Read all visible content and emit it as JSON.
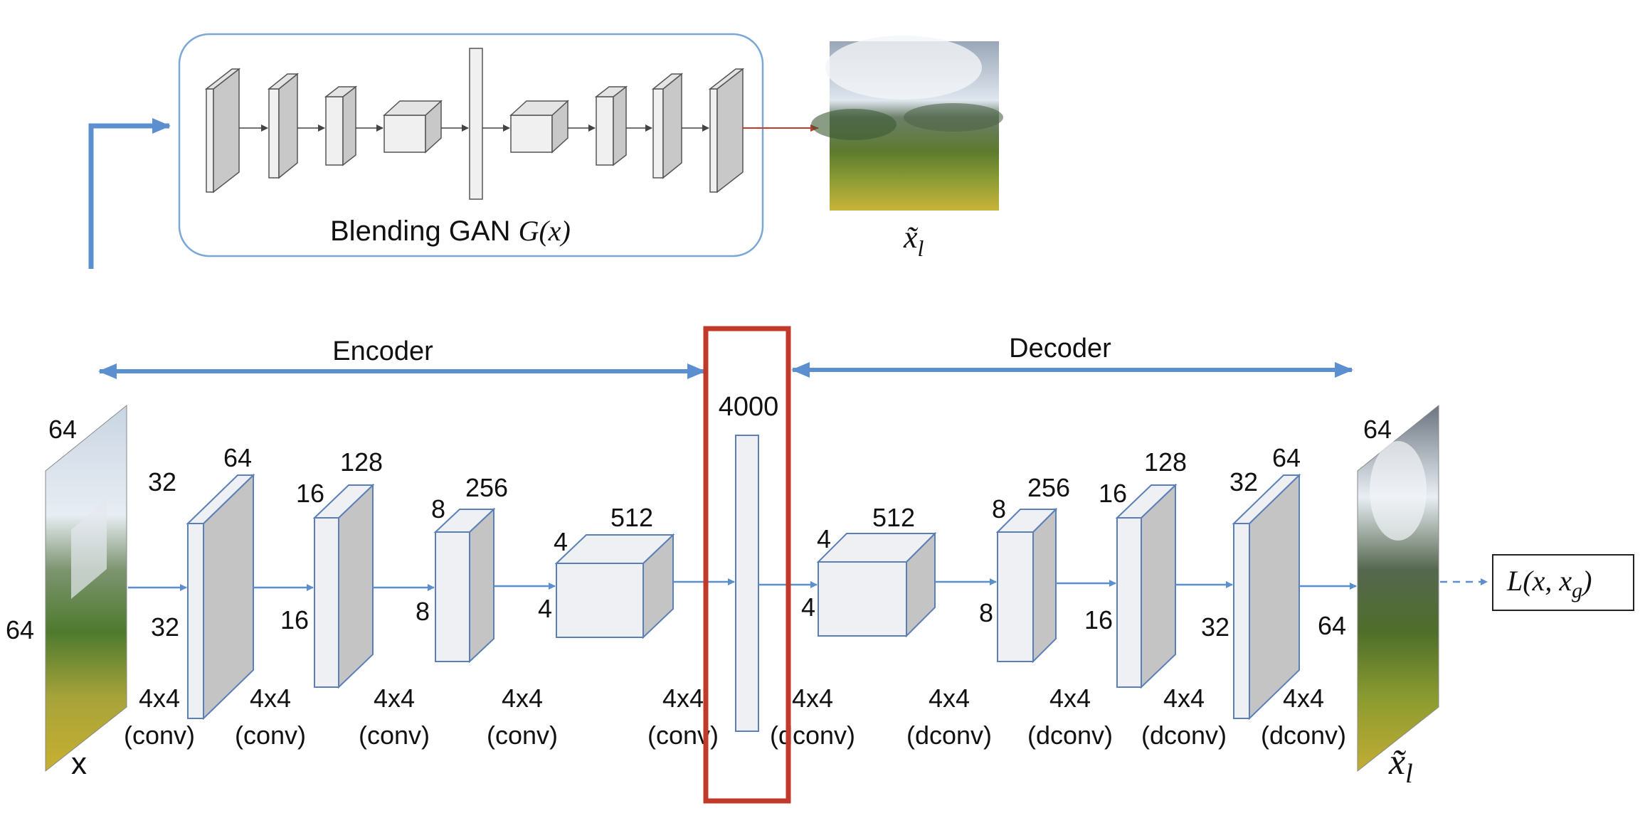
{
  "colors": {
    "arrow_blue": "#5b8fd0",
    "box_face": "#eef0f4",
    "box_side": "#c4c4c4",
    "box_stroke": "#5b7fb8",
    "highlight_red": "#c0392b",
    "output_arrow_red": "#c0392b"
  },
  "blending_gan": {
    "label": "Blending GAN ",
    "math": "G(x)",
    "output_label": "x̃",
    "output_sub": "l"
  },
  "sections": {
    "encoder": "Encoder",
    "decoder": "Decoder"
  },
  "bottleneck": {
    "size": "4000"
  },
  "input_image": {
    "name": "x",
    "width": "64",
    "height": "64"
  },
  "output_image": {
    "name": "x̃",
    "sub": "l",
    "width": "64",
    "height": "64"
  },
  "loss": {
    "label": "L(x, x",
    "sub": "g",
    "close": ")"
  },
  "encoder_blocks": [
    {
      "top_left": "32",
      "top_right": "64",
      "side": "32"
    },
    {
      "top_left": "16",
      "top_right": "128",
      "side": "16"
    },
    {
      "top_left": "8",
      "top_right": "256",
      "side": "8"
    },
    {
      "top_left": "4",
      "top_right": "512",
      "side": "4"
    }
  ],
  "decoder_blocks": [
    {
      "top_left": "4",
      "top_right": "512",
      "side": "4"
    },
    {
      "top_left": "8",
      "top_right": "256",
      "side": "8"
    },
    {
      "top_left": "16",
      "top_right": "128",
      "side": "16"
    },
    {
      "top_left": "32",
      "top_right": "64",
      "side": "32"
    }
  ],
  "ops": [
    {
      "kernel": "4x4",
      "type": "(conv)"
    },
    {
      "kernel": "4x4",
      "type": "(conv)"
    },
    {
      "kernel": "4x4",
      "type": "(conv)"
    },
    {
      "kernel": "4x4",
      "type": "(conv)"
    },
    {
      "kernel": "4x4",
      "type": "(conv)"
    },
    {
      "kernel": "4x4",
      "type": "(dconv)"
    },
    {
      "kernel": "4x4",
      "type": "(dconv)"
    },
    {
      "kernel": "4x4",
      "type": "(dconv)"
    },
    {
      "kernel": "4x4",
      "type": "(dconv)"
    },
    {
      "kernel": "4x4",
      "type": "(dconv)"
    }
  ]
}
